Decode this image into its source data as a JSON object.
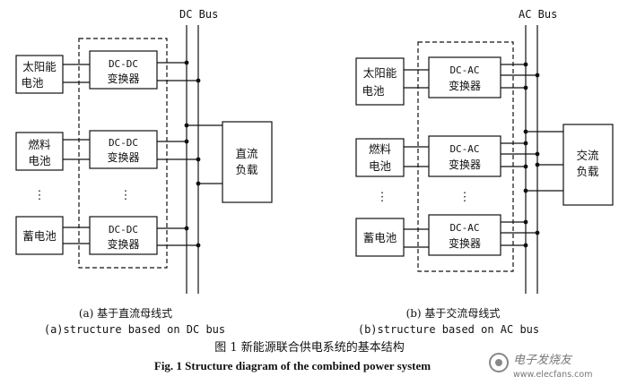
{
  "panel_a": {
    "bus_label": "DC Bus",
    "sources": [
      {
        "line1": "太阳能",
        "line2": "电池"
      },
      {
        "line1": "燃料",
        "line2": "电池"
      },
      {
        "line1": "蓄电池",
        "line2": ""
      }
    ],
    "converter": {
      "line1": "DC-DC",
      "line2": "变换器"
    },
    "ellipsis": "⋮",
    "load": {
      "line1": "直流",
      "line2": "负载"
    },
    "caption_cn": "(a) 基于直流母线式",
    "caption_en": "(a)structure based on DC bus"
  },
  "panel_b": {
    "bus_label": "AC Bus",
    "sources": [
      {
        "line1": "太阳能",
        "line2": "电池"
      },
      {
        "line1": "燃料",
        "line2": "电池"
      },
      {
        "line1": "蓄电池",
        "line2": ""
      }
    ],
    "converter": {
      "line1": "DC-AC",
      "line2": "变换器"
    },
    "ellipsis": "⋮",
    "load": {
      "line1": "交流",
      "line2": "负载"
    },
    "caption_cn": "(b) 基于交流母线式",
    "caption_en": "(b)structure based on AC bus"
  },
  "figure_title_cn": "图 1    新能源联合供电系统的基本结构",
  "figure_title_en": "Fig. 1    Structure diagram of the combined power system",
  "watermark": {
    "cn": "电子发烧友",
    "url": "www.elecfans.com"
  }
}
